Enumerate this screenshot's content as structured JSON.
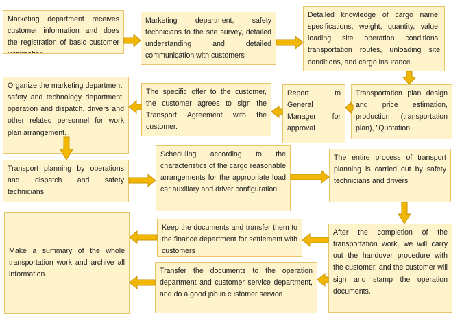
{
  "steps": [
    {
      "id": "s1",
      "text": "Marketing department receives customer information and does the registration of basic customer information"
    },
    {
      "id": "s2",
      "text": "Marketing department, safety technicians to the site survey, detailed understanding and detailed communication with customers"
    },
    {
      "id": "s3",
      "text": "Detailed knowledge of cargo name, specifications, weight, quantity, value, loading site operation conditions, transportation routes, unloading site conditions, and cargo insurance."
    },
    {
      "id": "s4",
      "text": "Transportation plan design and price estimation, production (transportation plan), \"Quotation"
    },
    {
      "id": "s5",
      "text": "Report to General Manager for approval"
    },
    {
      "id": "s6",
      "text": "The specific offer to the customer, the customer agrees to sign the Transport Agreement with the customer."
    },
    {
      "id": "s7",
      "text": "Organize the marketing department, safety and technology department, operation and dispatch, drivers and other related personnel for work plan arrangement."
    },
    {
      "id": "s8",
      "text": "Transport planning by operations and dispatch and safety technicians."
    },
    {
      "id": "s9",
      "text": "Scheduling according to the characteristics of the cargo reasonable arrangements for the appropriate load car auxiliary and driver configuration."
    },
    {
      "id": "s10",
      "text": "The entire process of transport planning is carried out by safety technicians and drivers"
    },
    {
      "id": "s11",
      "text": "After the completion of the transportation work, we will carry out the handover procedure with the customer, and the customer will sign and stamp the operation documents."
    },
    {
      "id": "s12",
      "text": "Keep the documents and transfer them to the finance department for settlement with customers"
    },
    {
      "id": "s13",
      "text": "Transfer the documents to the operation department and customer service department, and do a good job in customer service"
    },
    {
      "id": "s14",
      "text": "Make a summary of the whole transportation work and archive all information."
    }
  ],
  "colors": {
    "box_fill": "#fff3cc",
    "box_border": "#e8c56a",
    "arrow": "#f2b705"
  }
}
